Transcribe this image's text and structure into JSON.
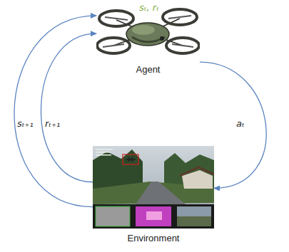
{
  "diagram": {
    "nodes": [
      {
        "text": [
          "Agent"
        ]
      },
      {
        "text": [
          "Environment"
        ]
      }
    ],
    "edges": [
      {
        "from": 0,
        "to": 1,
        "arrow": "to",
        "label": "aₜ"
      },
      {
        "from": 1,
        "to": 0,
        "arrow": "to",
        "label": "sₜ₊₁"
      },
      {
        "from": 1,
        "to": 0,
        "arrow": "to",
        "label": "rₜ₊₁"
      }
    ],
    "labels": [
      "sₜ, rₜ"
    ]
  }
}
